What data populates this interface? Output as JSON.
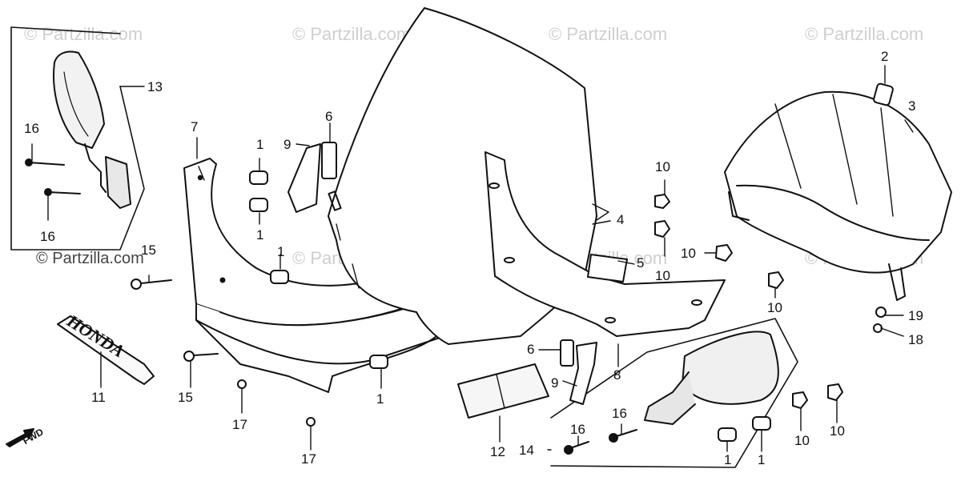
{
  "watermark": "© Partzilla.com",
  "emblem_text": "HONDA",
  "direction_label": "FWD",
  "callouts": [
    "1",
    "2",
    "3",
    "4",
    "5",
    "6",
    "7",
    "8",
    "9",
    "10",
    "11",
    "12",
    "13",
    "14",
    "15",
    "16",
    "17",
    "18",
    "19"
  ]
}
